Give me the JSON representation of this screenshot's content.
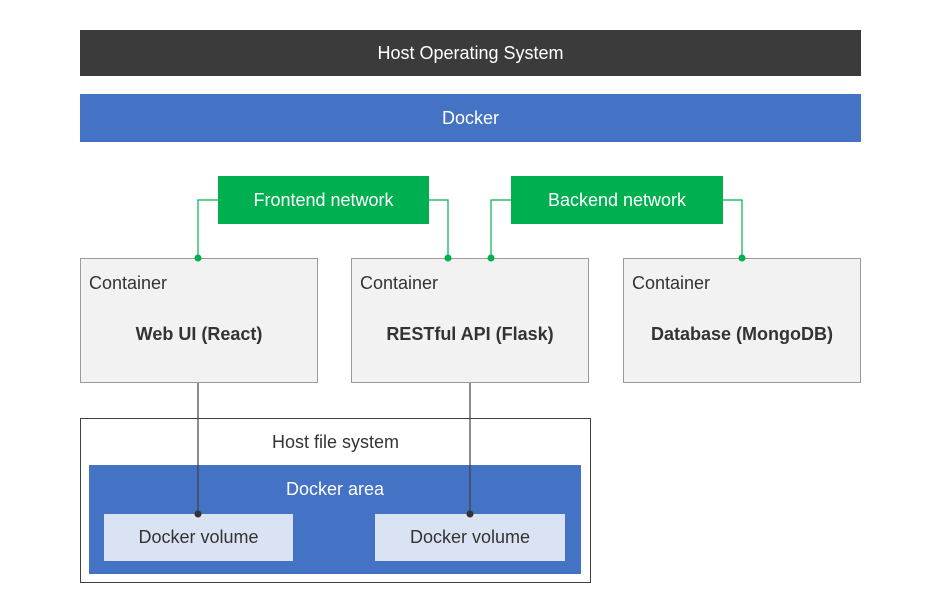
{
  "host_os": {
    "label": "Host Operating System"
  },
  "docker": {
    "label": "Docker"
  },
  "networks": {
    "frontend": "Frontend network",
    "backend": "Backend network"
  },
  "containers": [
    {
      "kind": "Container",
      "name": "Web UI (React)"
    },
    {
      "kind": "Container",
      "name": "RESTful API (Flask)"
    },
    {
      "kind": "Container",
      "name": "Database (MongoDB)"
    }
  ],
  "host_fs": {
    "label": "Host file system"
  },
  "docker_area": {
    "label": "Docker area"
  },
  "volumes": [
    {
      "label": "Docker volume"
    },
    {
      "label": "Docker volume"
    }
  ],
  "colors": {
    "host_os": "#3b3b3b",
    "docker": "#4472c4",
    "network": "#00b050",
    "container": "#f2f2f2",
    "volume": "#dae3f3"
  }
}
